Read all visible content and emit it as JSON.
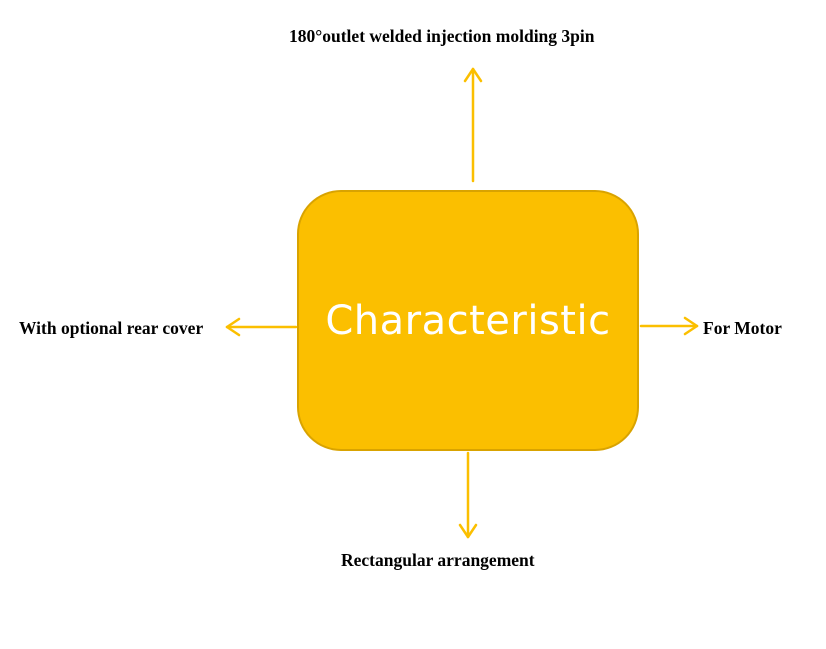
{
  "diagram": {
    "center_label": "Characteristic",
    "accent_color": "#fbbf00",
    "features": {
      "top": "180°outlet welded injection molding 3pin",
      "left": "With optional rear cover",
      "right": "For Motor",
      "bottom": "Rectangular arrangement"
    }
  }
}
